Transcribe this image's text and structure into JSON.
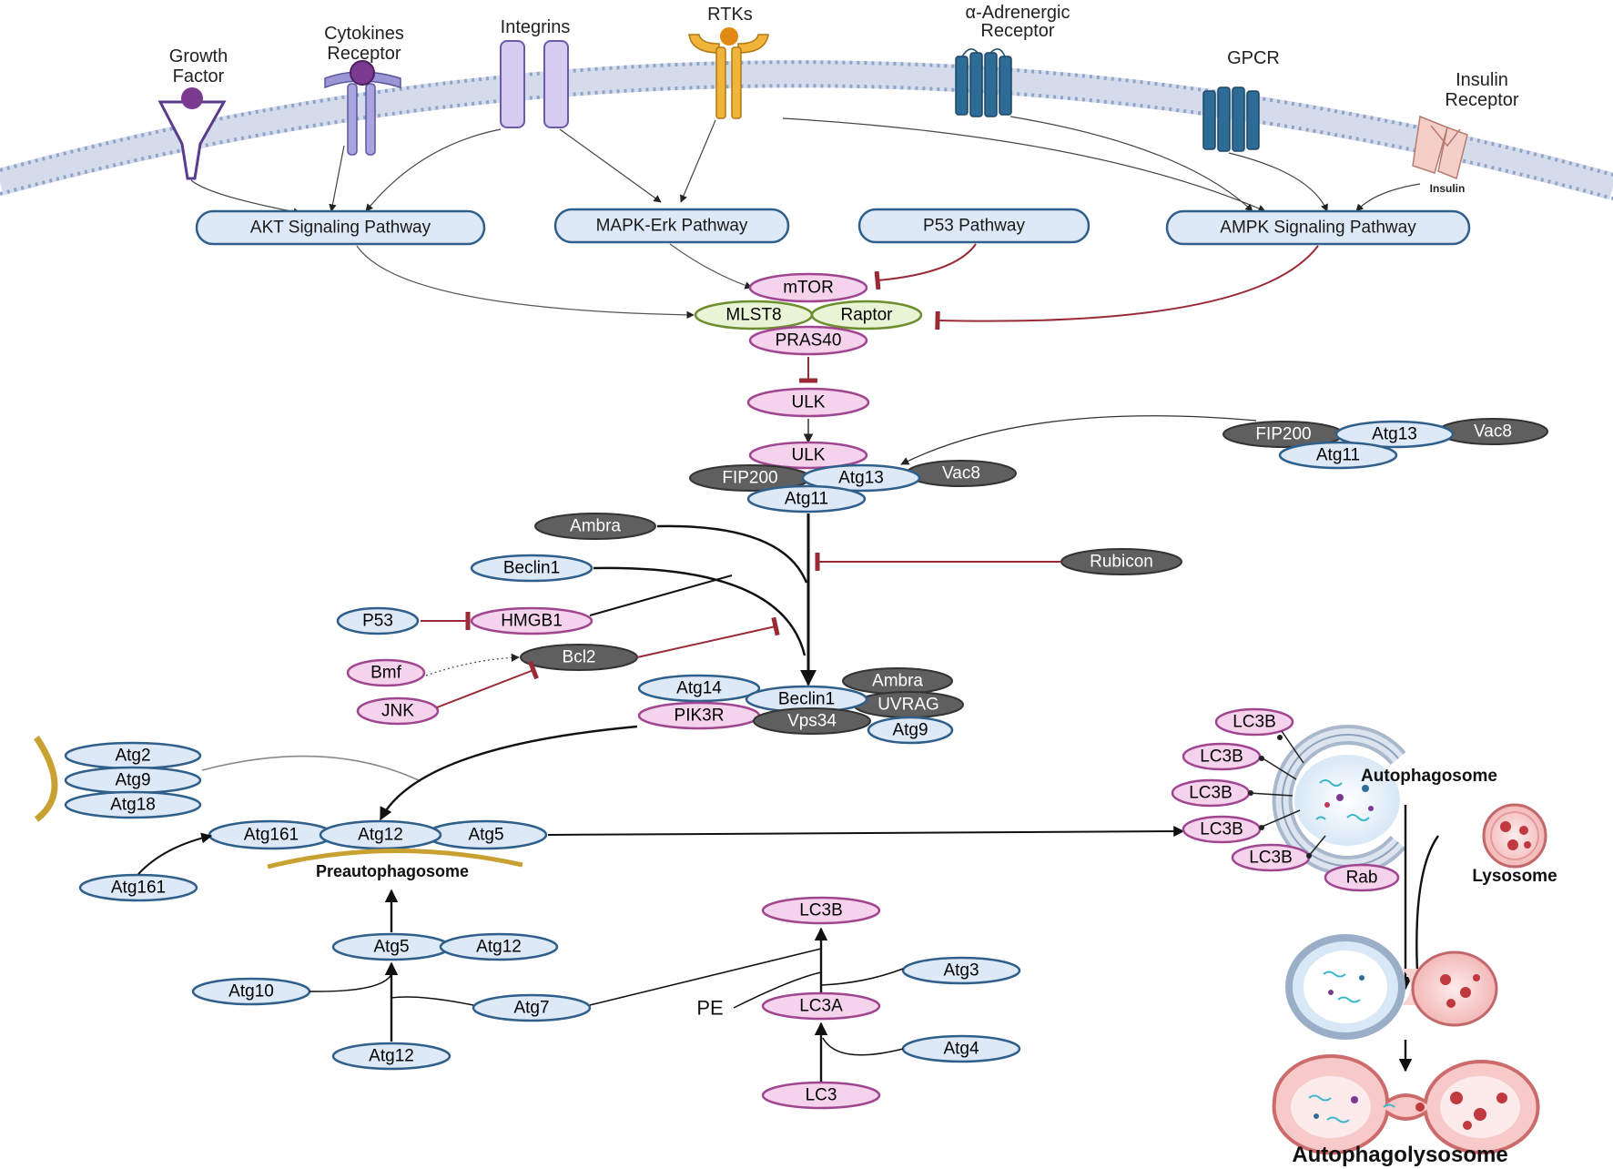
{
  "receptors": {
    "growth_factor": "Growth Factor",
    "growth_factor_l1": "Growth",
    "growth_factor_l2": "Factor",
    "cytokines_l1": "Cytokines",
    "cytokines_l2": "Receptor",
    "integrins": "Integrins",
    "rtks": "RTKs",
    "alpha_adrenergic_l1": "α-Adrenergic",
    "alpha_adrenergic_l2": "Receptor",
    "gpcr": "GPCR",
    "insulin_receptor_l1": "Insulin",
    "insulin_receptor_l2": "Receptor",
    "insulin": "Insulin"
  },
  "pathways": {
    "akt": "AKT Signaling Pathway",
    "mapk": "MAPK-Erk Pathway",
    "p53": "P53 Pathway",
    "ampk": "AMPK Signaling Pathway"
  },
  "mtor_complex": {
    "mtor": "mTOR",
    "mlst8": "MLST8",
    "raptor": "Raptor",
    "pras40": "PRAS40"
  },
  "ulk_complex": {
    "ulk_top": "ULK",
    "ulk": "ULK",
    "fip200": "FIP200",
    "atg13": "Atg13",
    "vac8": "Vac8",
    "atg11": "Atg11",
    "free_fip200": "FIP200",
    "free_atg13": "Atg13",
    "free_vac8": "Vac8",
    "free_atg11": "Atg11"
  },
  "pi3k_regulators": {
    "ambra": "Ambra",
    "rubicon": "Rubicon",
    "beclin1": "Beclin1",
    "p53": "P53",
    "hmgb1": "HMGB1",
    "bmf": "Bmf",
    "bcl2": "Bcl2",
    "jnk": "JNK"
  },
  "pi3k_complex": {
    "atg14": "Atg14",
    "ambra": "Ambra",
    "beclin1": "Beclin1",
    "uvrag": "UVRAG",
    "pik3r": "PIK3R",
    "vps34": "Vps34",
    "atg9": "Atg9"
  },
  "atg9_cycle": {
    "atg2": "Atg2",
    "atg9": "Atg9",
    "atg18": "Atg18"
  },
  "preautophagosome": {
    "atg161": "Atg161",
    "atg12": "Atg12",
    "atg5": "Atg5",
    "label": "Preautophagosome",
    "atg161_free": "Atg161"
  },
  "conjugation": {
    "atg5": "Atg5",
    "atg12": "Atg12",
    "atg10": "Atg10",
    "atg7": "Atg7",
    "atg12_bottom": "Atg12"
  },
  "lc3": {
    "lc3b": "LC3B",
    "atg3": "Atg3",
    "pe": "PE",
    "lc3a": "LC3A",
    "atg4": "Atg4",
    "lc3": "LC3"
  },
  "autophagosome": {
    "label": "Autophagosome",
    "lc3b_1": "LC3B",
    "lc3b_2": "LC3B",
    "lc3b_3": "LC3B",
    "lc3b_4": "LC3B",
    "lc3b_5": "LC3B",
    "rab": "Rab",
    "lysosome": "Lysosome",
    "autophagolysosome": "Autophagolysosome"
  },
  "colors": {
    "blue_fill": "#dde9f6",
    "blue_stroke": "#2f5f8a",
    "pink_fill": "#f5d3ec",
    "pink_stroke": "#a04690",
    "green_fill": "#e9f3d6",
    "green_stroke": "#6c8e2e",
    "dark_fill": "#5f5f5f",
    "inhibit": "#9a2a35",
    "gpcr_blue": "#2e6b96",
    "integrin_purple": "#b7a9dd",
    "rtk_gold": "#e9ad2d",
    "membrane": "#b9c7e0"
  }
}
